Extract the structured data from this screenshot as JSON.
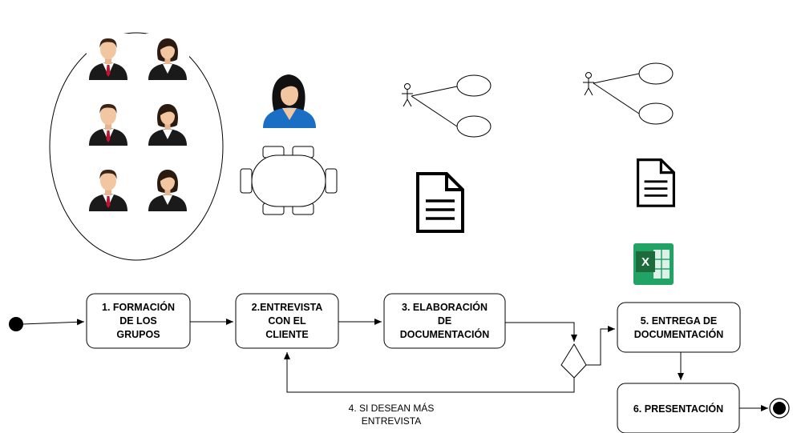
{
  "nodes": {
    "n1": [
      "1. FORMACIÓN",
      "DE LOS",
      "GRUPOS"
    ],
    "n2": [
      "2.ENTREVISTA",
      "CON EL",
      "CLIENTE"
    ],
    "n3": [
      "3. ELABORACIÓN",
      "DE",
      "DOCUMENTACIÓN"
    ],
    "n5": [
      "5. ENTREGA DE",
      "DOCUMENTACIÓN"
    ],
    "n6": [
      "6. PRESENTACIÓN"
    ]
  },
  "loop_label": [
    "4. SI DESEAN MÁS",
    "ENTREVISTA"
  ],
  "excel_letter": "X",
  "icons": {
    "team": "team-group-icon",
    "interviewer": "woman-interviewer-icon",
    "meeting": "meeting-table-icon",
    "use_case": "use-case-diagram-icon",
    "document": "document-icon",
    "excel": "excel-icon"
  },
  "colors": {
    "line": "#000000",
    "excel_dark": "#1d6b3b",
    "excel_light": "#21a366",
    "shirt_blue": "#1a6fc4",
    "tie_red": "#c8102e",
    "suit": "#1a1a1a",
    "skin": "#f2c6a0"
  }
}
